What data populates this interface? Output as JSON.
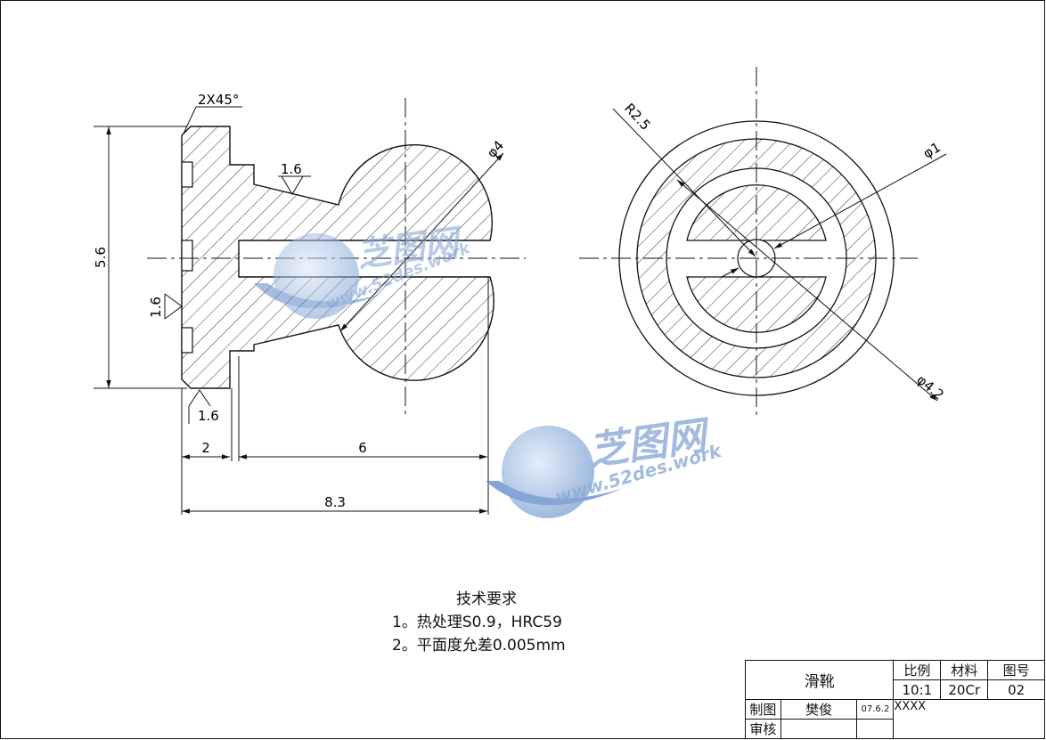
{
  "drawing": {
    "dims": {
      "chamfer": "2X45°",
      "height": "5.6",
      "ra_top": "1.6",
      "ra_left": "1.6",
      "ra_bottom": "1.6",
      "dia_sphere": "φ4",
      "len_flange": "2",
      "len_body": "6",
      "len_total": "8.3",
      "radius_outer": "R2.5",
      "dia_hole": "φ1",
      "dia_outer": "φ4.2"
    }
  },
  "tech": {
    "title": "技术要求",
    "line1": "1。热处理S0.9，HRC59",
    "line2": "2。平面度允差0.005mm"
  },
  "title_block": {
    "name": "滑靴",
    "scale_label": "比例",
    "material_label": "材料",
    "drawing_no_label": "图号",
    "scale": "10:1",
    "material": "20Cr",
    "drawing_no": "02",
    "drawn_label": "制图",
    "drawn_by": "樊俊",
    "date": "07.6.2",
    "org": "XXXX",
    "check_label": "审核"
  },
  "watermark": {
    "cn": "芝图网",
    "url": "www.52des.work"
  }
}
